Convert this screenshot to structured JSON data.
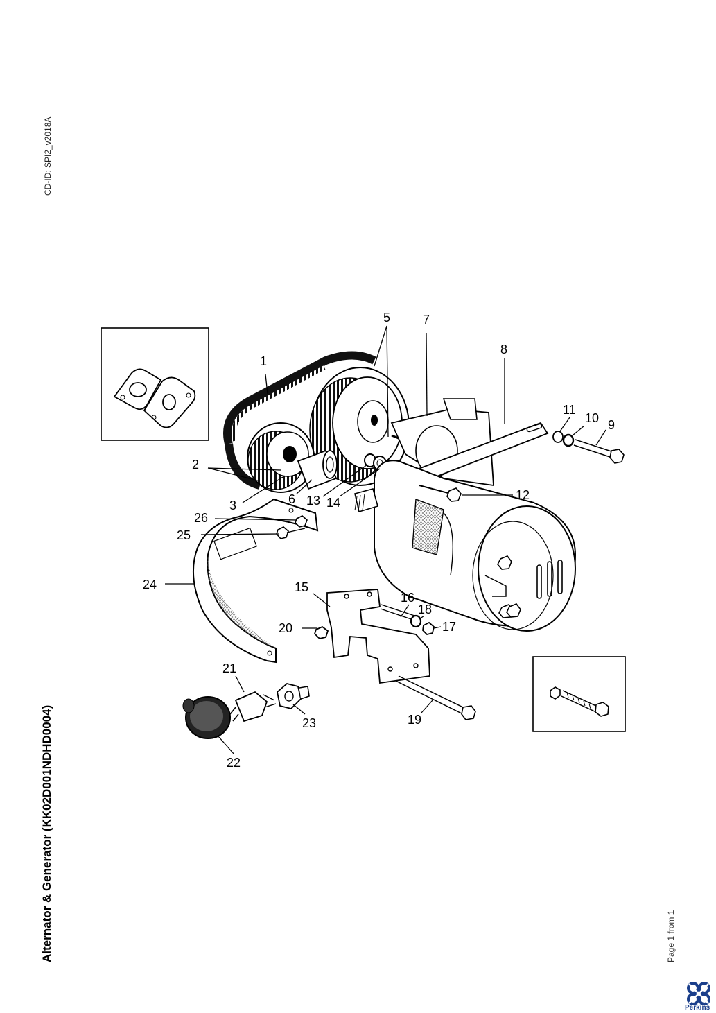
{
  "document": {
    "cd_id": "CD-ID: SPI2_v2018A",
    "title": "Alternator & Generator (KK02D001NDHD0004)",
    "page_info": "Page 1 from 1"
  },
  "logo": {
    "brand": "Perkins",
    "color": "#1b3f8b"
  },
  "callouts": [
    "1",
    "2",
    "3",
    "5",
    "6",
    "7",
    "8",
    "9",
    "10",
    "11",
    "12",
    "13",
    "14",
    "15",
    "16",
    "17",
    "18",
    "19",
    "20",
    "21",
    "22",
    "23",
    "24",
    "25",
    "26"
  ]
}
